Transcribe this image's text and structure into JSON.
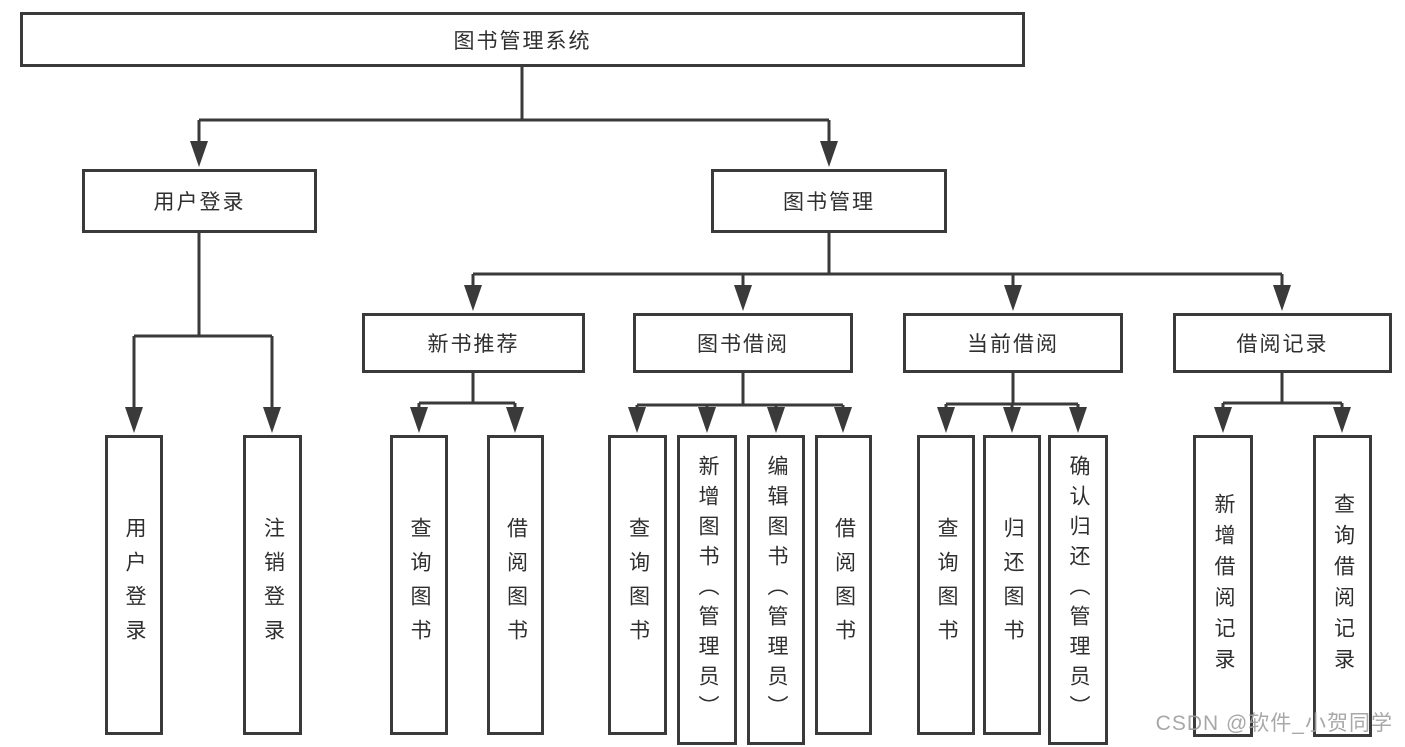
{
  "tree": {
    "root": {
      "label": "图书管理系统"
    },
    "branches": [
      {
        "label": "用户登录",
        "children": [
          {
            "label": "用户登录"
          },
          {
            "label": "注销登录"
          }
        ]
      },
      {
        "label": "图书管理",
        "children": [
          {
            "label": "新书推荐",
            "children": [
              {
                "label": "查询图书"
              },
              {
                "label": "借阅图书"
              }
            ]
          },
          {
            "label": "图书借阅",
            "children": [
              {
                "label": "查询图书"
              },
              {
                "label": "新增图书（管理员）"
              },
              {
                "label": "编辑图书（管理员）"
              },
              {
                "label": "借阅图书"
              }
            ]
          },
          {
            "label": "当前借阅",
            "children": [
              {
                "label": "查询图书"
              },
              {
                "label": "归还图书"
              },
              {
                "label": "确认归还（管理员）"
              }
            ]
          },
          {
            "label": "借阅记录",
            "children": [
              {
                "label": "新增借阅记录"
              },
              {
                "label": "查询借阅记录"
              }
            ]
          }
        ]
      }
    ]
  },
  "watermark": {
    "text": "CSDN @软件_小贺同学"
  },
  "colors": {
    "line": "#3a3a3a",
    "box_border": "#3a3a3a",
    "text": "#2f2f2f",
    "background": "#ffffff",
    "watermark": "#9e9e9e"
  }
}
